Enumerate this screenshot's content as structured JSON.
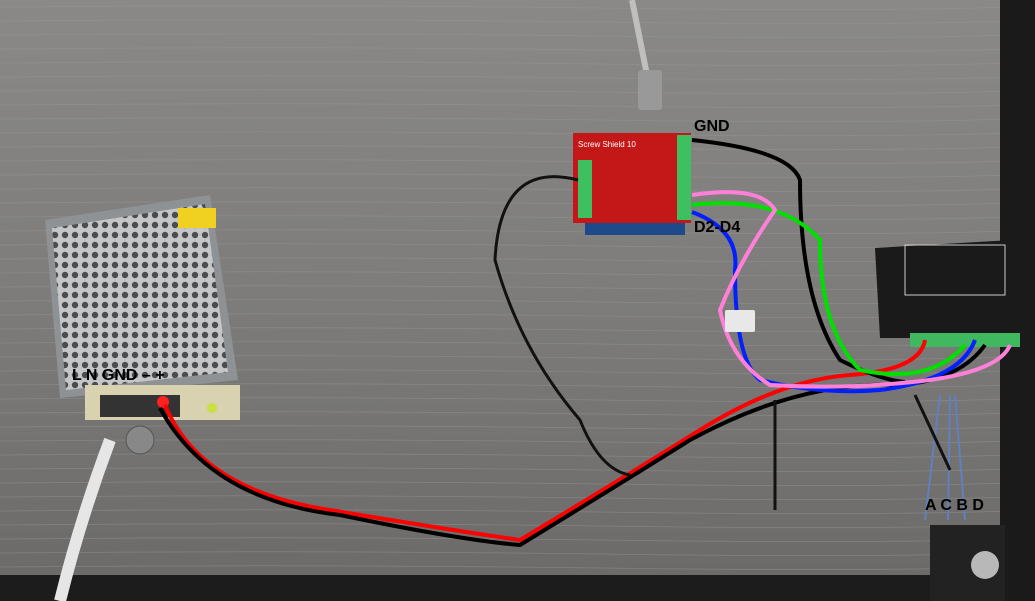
{
  "photo": {
    "labels": {
      "psu_terminals": "L N GND  – +",
      "arduino_gnd": "GND",
      "arduino_pins": "D2-D4",
      "motor_coils": "A C B D"
    },
    "shield_text": "Screw Shield  10",
    "wire_colors": {
      "positive": "#ff0000",
      "ground": "#000000",
      "pin_a": "#0000ff",
      "pin_b": "#00ff00",
      "pin_c": "#ff7fd6"
    }
  }
}
